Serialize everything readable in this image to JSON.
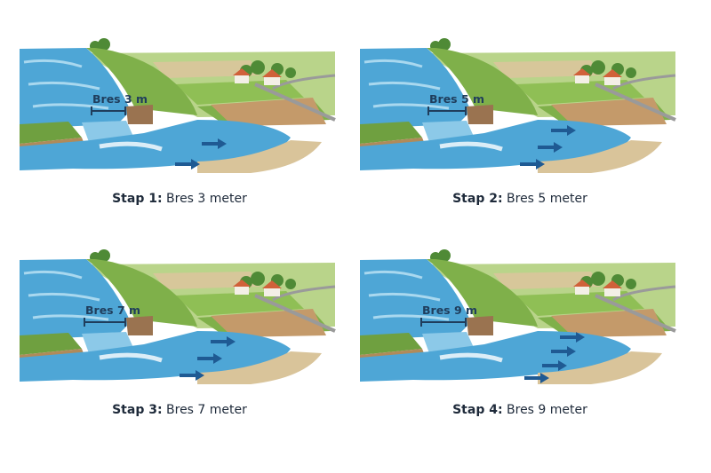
{
  "colors": {
    "water": "#4ea6d6",
    "water_light": "#a9d8ef",
    "grass": "#7fb04a",
    "grass_dark": "#5d8f33",
    "sand": "#d9c49a",
    "soil": "#9a7350",
    "roof": "#d0613a",
    "arrow": "#1f5a93",
    "label": "#1f3d5c"
  },
  "panels": [
    {
      "step_label": "Stap 1:",
      "caption_text": " Bres 3 meter",
      "breach_label": "Bres 3 m",
      "breach_m": 3,
      "arrows": 2
    },
    {
      "step_label": "Stap 2:",
      "caption_text": " Bres 5 meter",
      "breach_label": "Bres 5 m",
      "breach_m": 5,
      "arrows": 3
    },
    {
      "step_label": "Stap 3:",
      "caption_text": " Bres 7 meter",
      "breach_label": "Bres 7 m",
      "breach_m": 7,
      "arrows": 3
    },
    {
      "step_label": "Stap 4:",
      "caption_text": " Bres 9 meter",
      "breach_label": "Bres 9 m",
      "breach_m": 9,
      "arrows": 4
    }
  ]
}
